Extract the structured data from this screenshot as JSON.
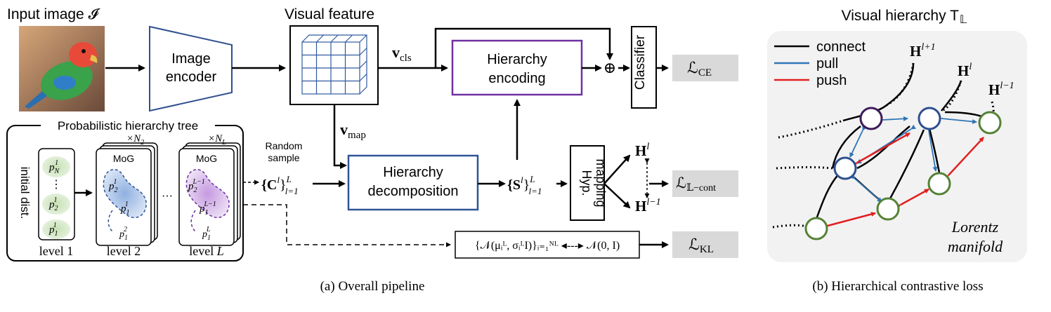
{
  "pipeline": {
    "input_label": "Input image 𝓘",
    "encoder": [
      "Image",
      "encoder"
    ],
    "visual_feature_label": "Visual feature",
    "v_cls": "v",
    "v_cls_sub": "cls",
    "v_map": "v",
    "v_map_sub": "map",
    "hier_encoding": [
      "Hierarchy",
      "encoding"
    ],
    "classifier": "Classifier",
    "oplus": "⊕",
    "loss_ce": "ℒ",
    "loss_ce_sub": "CE",
    "tree_title": "Probabilistic hierarchy tree",
    "initial_dist": "initial dist.",
    "mog_label": "MoG",
    "level1": "level 1",
    "level2": "level 2",
    "levelL": "level ",
    "levelL_it": "L",
    "ellipsis": "···",
    "vdots": "⋮",
    "times_n2": "×N",
    "times_n2_sub": "2",
    "times_nl": "×N",
    "times_nl_sub": "L",
    "random_sample": [
      "Random",
      "sample"
    ],
    "c_set": "{C",
    "c_set_sup": "l",
    "c_set_tail": "}",
    "c_set_range_sup": "L",
    "c_set_range_sub": "l=1",
    "hier_decomp": [
      "Hierarchy",
      "decomposition"
    ],
    "s_set": "{S",
    "s_set_sup": "l",
    "s_set_tail": "}",
    "s_set_range_sup": "L",
    "s_set_range_sub": "l=1",
    "hyp_mapping": [
      "Hyp.",
      "mapping"
    ],
    "h_l": "H",
    "h_l_sup": "l",
    "h_lm1": "H",
    "h_lm1_sup": "l−1",
    "loss_cont": "ℒ",
    "loss_cont_sub": "𝕃−cont",
    "kl_expr": "{𝒩(μᵢᴸ, σᵢᴸI)}ᵢ₌₁ᴺᴸ ◂‑‑‑▸ 𝒩(0, I)",
    "loss_kl": "ℒ",
    "loss_kl_sub": "KL",
    "caption_a": "(a) Overall pipeline"
  },
  "hierarchy": {
    "title": "Visual hierarchy T",
    "title_sub": "𝕃",
    "legend": [
      "connect",
      "pull",
      "push"
    ],
    "h_lp1": "H",
    "h_lp1_sup": "l+1",
    "h_l": "H",
    "h_l_sup": "l",
    "h_lm1": "H",
    "h_lm1_sup": "l−1",
    "manifold": [
      "Lorentz",
      "manifold"
    ],
    "caption_b": "(b) Hierarchical contrastive loss"
  },
  "tree_labels": {
    "pN": "p",
    "pN_sub": "N",
    "pN_sup": "1",
    "p2": "p",
    "p2_sub": "2",
    "p2_sup": "1",
    "p1": "p",
    "p1_sub": "1",
    "p1_sup": "1",
    "l2_p2": "p",
    "l2_p2_sub": "2",
    "l2_p2_sup": "1",
    "l2_p1": "p",
    "l2_p1_sub": "1",
    "l2_p1_sup": "1",
    "l2_p12": "p",
    "l2_p12_sub": "1",
    "l2_p12_sup": "2",
    "lL_p2": "p",
    "lL_p2_sub": "2",
    "lL_p2_sup": "L−1",
    "lL_p1": "p",
    "lL_p1_sub": "1",
    "lL_p1_sup": "L−1",
    "lL_p1L": "p",
    "lL_p1L_sub": "1",
    "lL_p1L_sup": "L"
  },
  "colors": {
    "encoder_blue": "#2f4f8f",
    "purple": "#7030a0",
    "decomp_blue": "#2e5597",
    "loss_gray": "#d9d9d9",
    "pull": "#2e75b6",
    "push": "#e02020",
    "node_purple": "#3c1a5b",
    "node_blue": "#2f4f8f",
    "node_green": "#548235",
    "panel_gray": "#f2f2f2"
  }
}
